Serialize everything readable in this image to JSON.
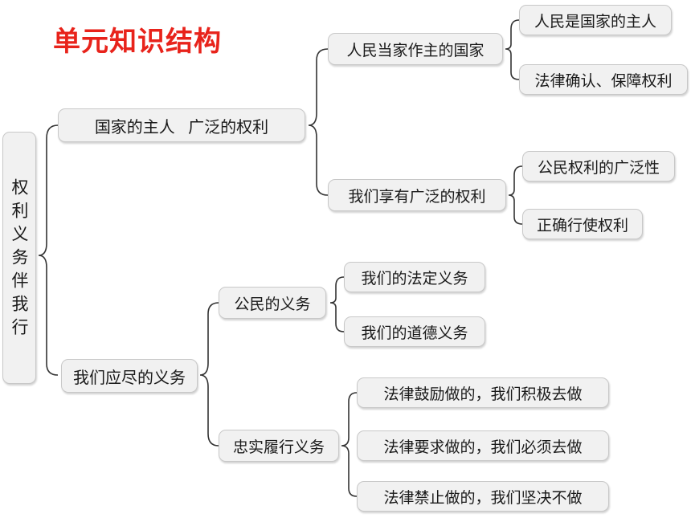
{
  "title": "单元知识结构",
  "root": "权利义务伴我行",
  "branches": [
    {
      "label": "国家的主人 广泛的权利",
      "children": [
        {
          "label": "人民当家作主的国家",
          "children": [
            "人民是国家的主人",
            "法律确认、保障权利"
          ]
        },
        {
          "label": "我们享有广泛的权利",
          "children": [
            "公民权利的广泛性",
            "正确行使权利"
          ]
        }
      ]
    },
    {
      "label": "我们应尽的义务",
      "children": [
        {
          "label": "公民的义务",
          "children": [
            "我们的法定义务",
            "我们的道德义务"
          ]
        },
        {
          "label": "忠实履行义务",
          "children": [
            "法律鼓励做的，我们积极去做",
            "法律要求做的，我们必须去做",
            "法律禁止做的，我们坚决不做"
          ]
        }
      ]
    }
  ],
  "colors": {
    "title": "#e8231b",
    "node_bg": "#f1f1f1",
    "connector": "#333333"
  }
}
